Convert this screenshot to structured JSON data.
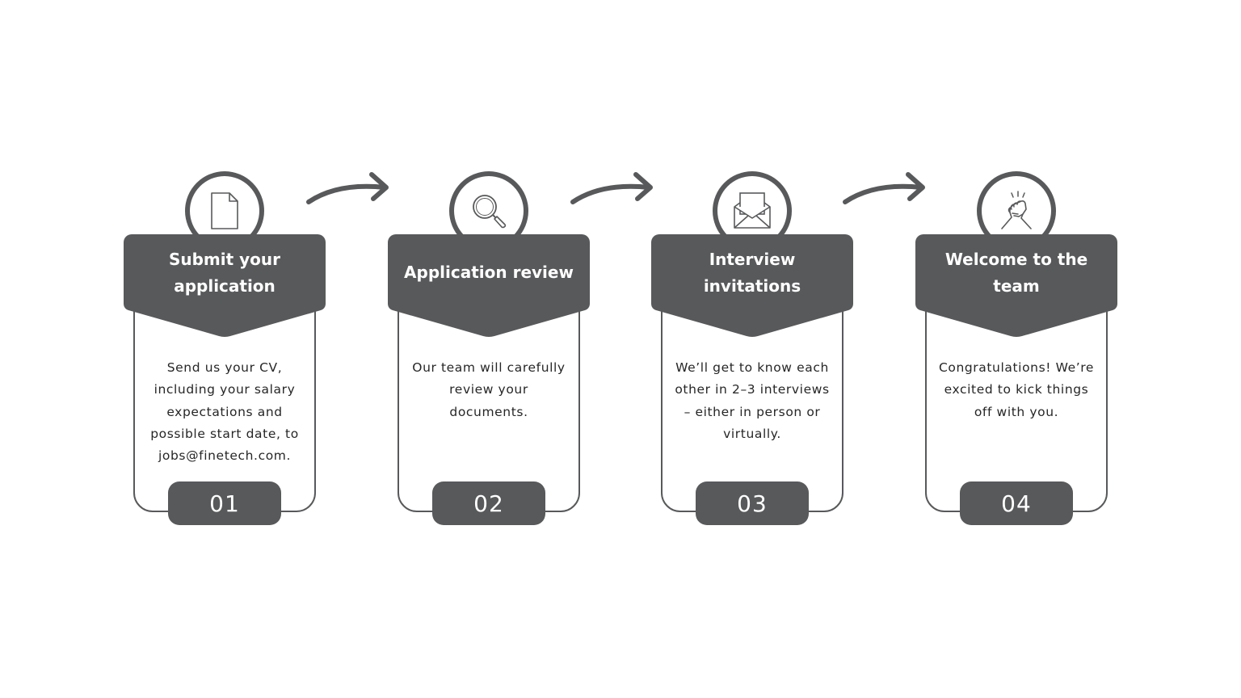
{
  "steps": [
    {
      "title": "Submit your application",
      "description": "Send us your CV, including your salary expectations and possible start date, to jobs@finetech.com.",
      "number": "01",
      "icon": "document-icon"
    },
    {
      "title": "Application review",
      "description": "Our team will carefully review your documents.",
      "number": "02",
      "icon": "magnifier-icon"
    },
    {
      "title": "Interview invitations",
      "description": "We’ll get to know each other in 2–3 interviews – either in person or virtually.",
      "number": "03",
      "icon": "envelope-icon"
    },
    {
      "title": "Welcome to the team",
      "description": "Congratulations! We’re excited to kick things off with you.",
      "number": "04",
      "icon": "handshake-icon"
    }
  ],
  "colors": {
    "accent": "#58595b",
    "background": "#ffffff",
    "text": "#262626"
  }
}
